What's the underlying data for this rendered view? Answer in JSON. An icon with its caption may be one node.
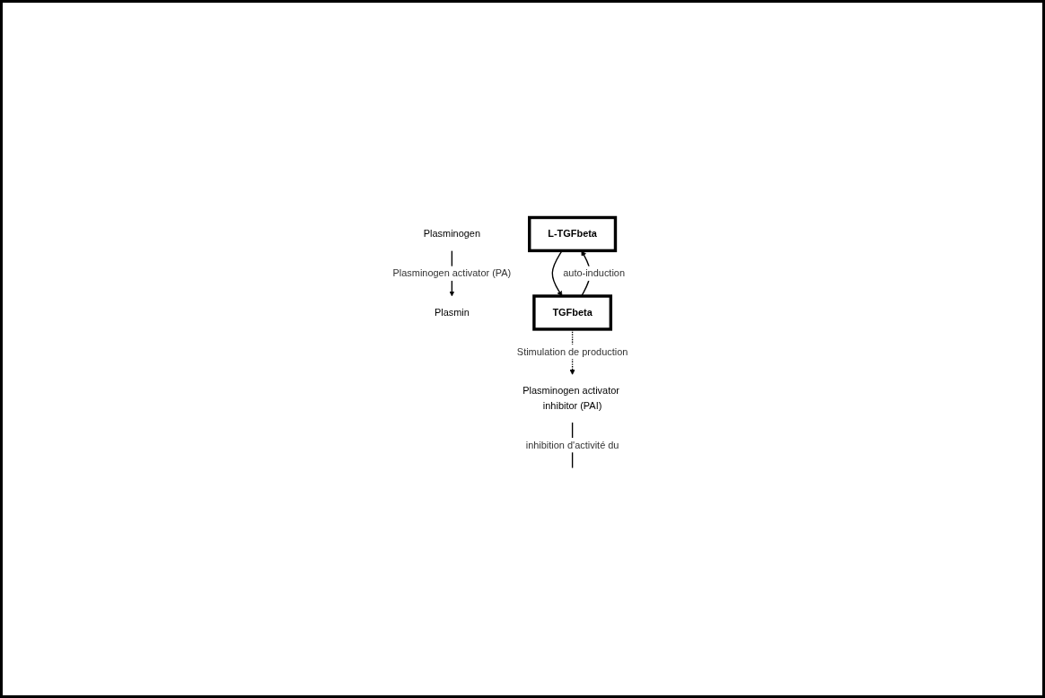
{
  "diagram": {
    "nodes": [
      {
        "text": [
          "Plasminogen"
        ]
      },
      {
        "text": [
          "Plasminogen activator inhibitor (PAI)"
        ]
      },
      {
        "text": [
          "Plasmin"
        ]
      },
      {
        "text": [
          "L-TGFbeta"
        ]
      },
      {
        "text": [
          "TGFbeta"
        ]
      }
    ],
    "edges": [
      {
        "from": 0,
        "to": 2,
        "arrow": "to",
        "label": "Plasminogen activator (PA)"
      },
      {
        "from": 1,
        "to": null,
        "arrow": "none",
        "label": "inhibition d'activité du"
      },
      {
        "from": 3,
        "to": 4,
        "arrow": "to"
      },
      {
        "from": 4,
        "to": 3,
        "arrow": "to",
        "label": "auto-induction"
      },
      {
        "from": 4,
        "to": 1,
        "arrow": "to",
        "label": "Stimulation de production",
        "style": "dashed"
      }
    ]
  }
}
